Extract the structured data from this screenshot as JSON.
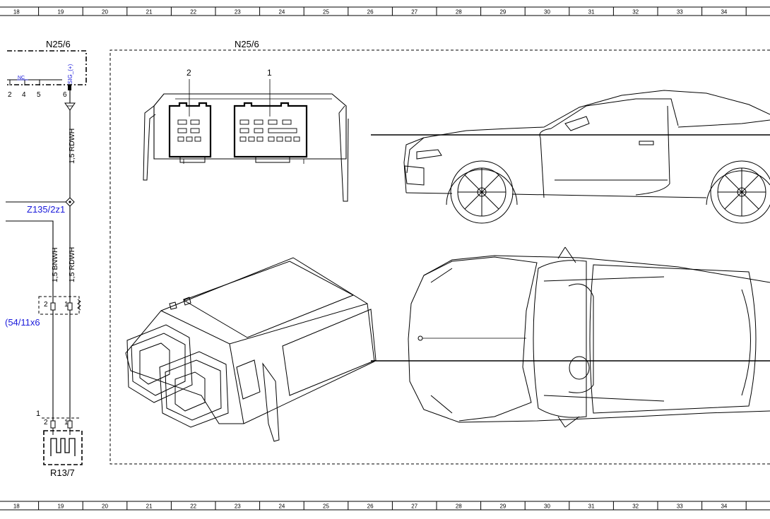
{
  "grid_columns": [
    "18",
    "19",
    "20",
    "21",
    "22",
    "23",
    "24",
    "25",
    "26",
    "27",
    "28",
    "29",
    "30",
    "31",
    "32",
    "33",
    "34"
  ],
  "schematic": {
    "module_label": "N25/6",
    "module_pins": [
      "2",
      "4",
      "5",
      "6"
    ],
    "pin_signal_nc": "NC",
    "pin_signal_sig": "SIG_(+)",
    "wire_top": "1,5 RDWH",
    "splice_label": "Z135/2z1",
    "wire_left": "1,5 BNWH",
    "wire_right": "1,5 RDWH",
    "connector_label": "(54/11x6",
    "connector_pins": [
      "2",
      "1"
    ],
    "heater_index": "1",
    "heater_pins": [
      "2",
      "1"
    ],
    "heater_label": "R13/7"
  },
  "detail": {
    "module_label": "N25/6",
    "connector_callouts": [
      "2",
      "1"
    ]
  },
  "colors": {
    "line": "#000000",
    "link_text": "#1a1adb",
    "dashed_border": "#555555"
  }
}
